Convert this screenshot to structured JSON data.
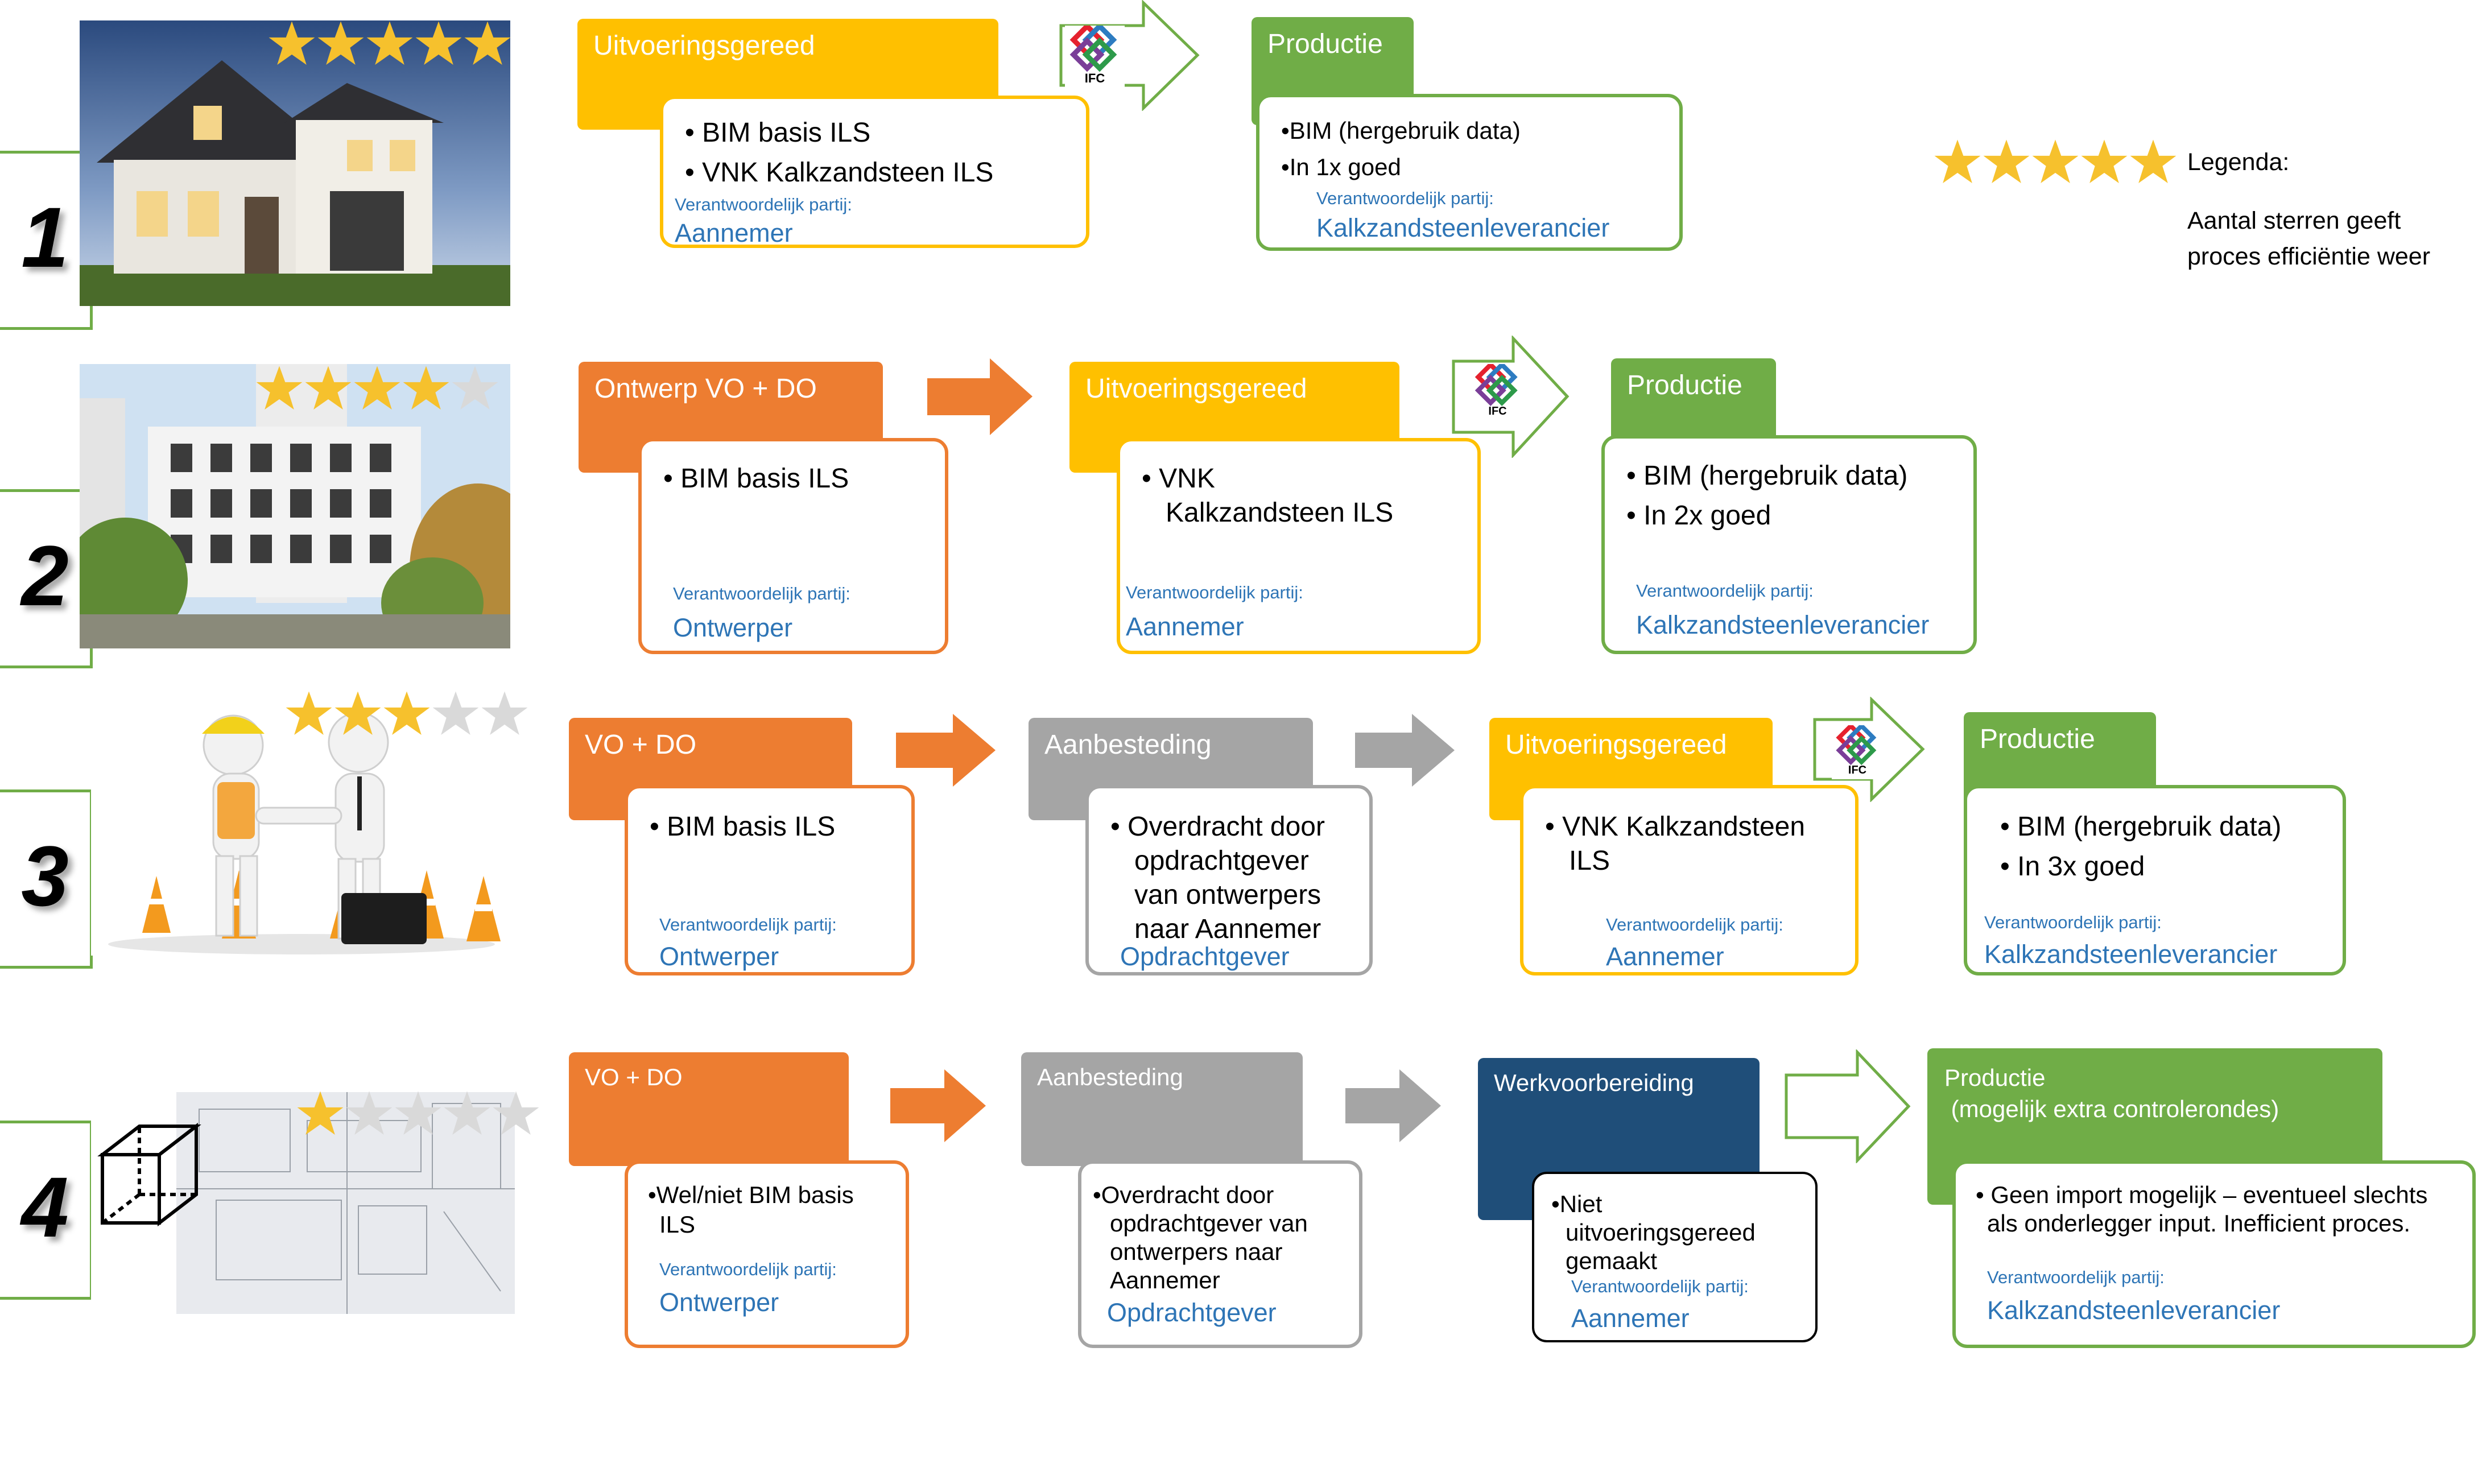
{
  "legend": {
    "title": "Legenda:",
    "line1": "Aantal sterren geeft",
    "line2": "proces efficiëntie weer"
  },
  "ifc_label": "IFC",
  "resp_label": "Verantwoordelijk partij:",
  "rows": [
    {
      "number": "1",
      "stars": 5,
      "steps": {
        "s1": {
          "title": "Uitvoeringsgereed",
          "b1": "BIM basis ILS",
          "b2": "VNK Kalkzandsteen ILS",
          "party": "Aannemer"
        },
        "s2": {
          "title": "Productie",
          "b1": "•BIM (hergebruik data)",
          "b2": "•In 1x goed",
          "party": "Kalkzandsteenleverancier"
        }
      }
    },
    {
      "number": "2",
      "stars": 4,
      "steps": {
        "s1": {
          "title": "Ontwerp VO + DO",
          "b1": "BIM basis ILS",
          "party": "Ontwerper"
        },
        "s2": {
          "title": "Uitvoeringsgereed",
          "b1": "VNK",
          "b1b": "Kalkzandsteen ILS",
          "party": "Aannemer"
        },
        "s3": {
          "title": "Productie",
          "b1": "BIM (hergebruik data)",
          "b2": "In 2x goed",
          "party": "Kalkzandsteenleverancier"
        }
      }
    },
    {
      "number": "3",
      "stars": 3,
      "steps": {
        "s1": {
          "title": "VO + DO",
          "b1": "BIM basis ILS",
          "party": "Ontwerper"
        },
        "s2": {
          "title": "Aanbesteding",
          "b1": "Overdracht door",
          "b1b": "opdrachtgever",
          "b1c": "van ontwerpers",
          "b1d": "naar Aannemer",
          "party": "Opdrachtgever"
        },
        "s3": {
          "title": "Uitvoeringsgereed",
          "b1": "VNK Kalkzandsteen",
          "b1b": "ILS",
          "party": "Aannemer"
        },
        "s4": {
          "title": "Productie",
          "b1": "BIM (hergebruik data)",
          "b2": "In 3x goed",
          "party": "Kalkzandsteenleverancier"
        }
      }
    },
    {
      "number": "4",
      "stars": 1,
      "steps": {
        "s1": {
          "title": "VO + DO",
          "b1": "•Wel/niet BIM basis",
          "b1b": "ILS",
          "party": "Ontwerper"
        },
        "s2": {
          "title": "Aanbesteding",
          "b1": "•Overdracht door",
          "b1b": "opdrachtgever  van",
          "b1c": "ontwerpers naar",
          "b1d": "Aannemer",
          "party": "Opdrachtgever"
        },
        "s3": {
          "title": "Werkvoorbereiding",
          "b1": "•Niet",
          "b1b": "uitvoeringsgereed",
          "b1c": "gemaakt",
          "party": "Aannemer"
        },
        "s4": {
          "title": "Productie",
          "subtitle": " (mogelijk extra controlerondes)",
          "b1": "Geen import mogelijk – eventueel slechts",
          "b1b": "als onderlegger input. Inefficient proces.",
          "party": "Kalkzandsteenleverancier"
        }
      }
    }
  ],
  "colors": {
    "yellow": "#ffc000",
    "orange": "#ed7d31",
    "gray": "#a5a5a5",
    "green": "#70ad47",
    "navy": "#1f4e79",
    "link_blue": "#2e75b6",
    "star_gold": "#f6c12d",
    "star_empty": "#d9d9d9"
  }
}
